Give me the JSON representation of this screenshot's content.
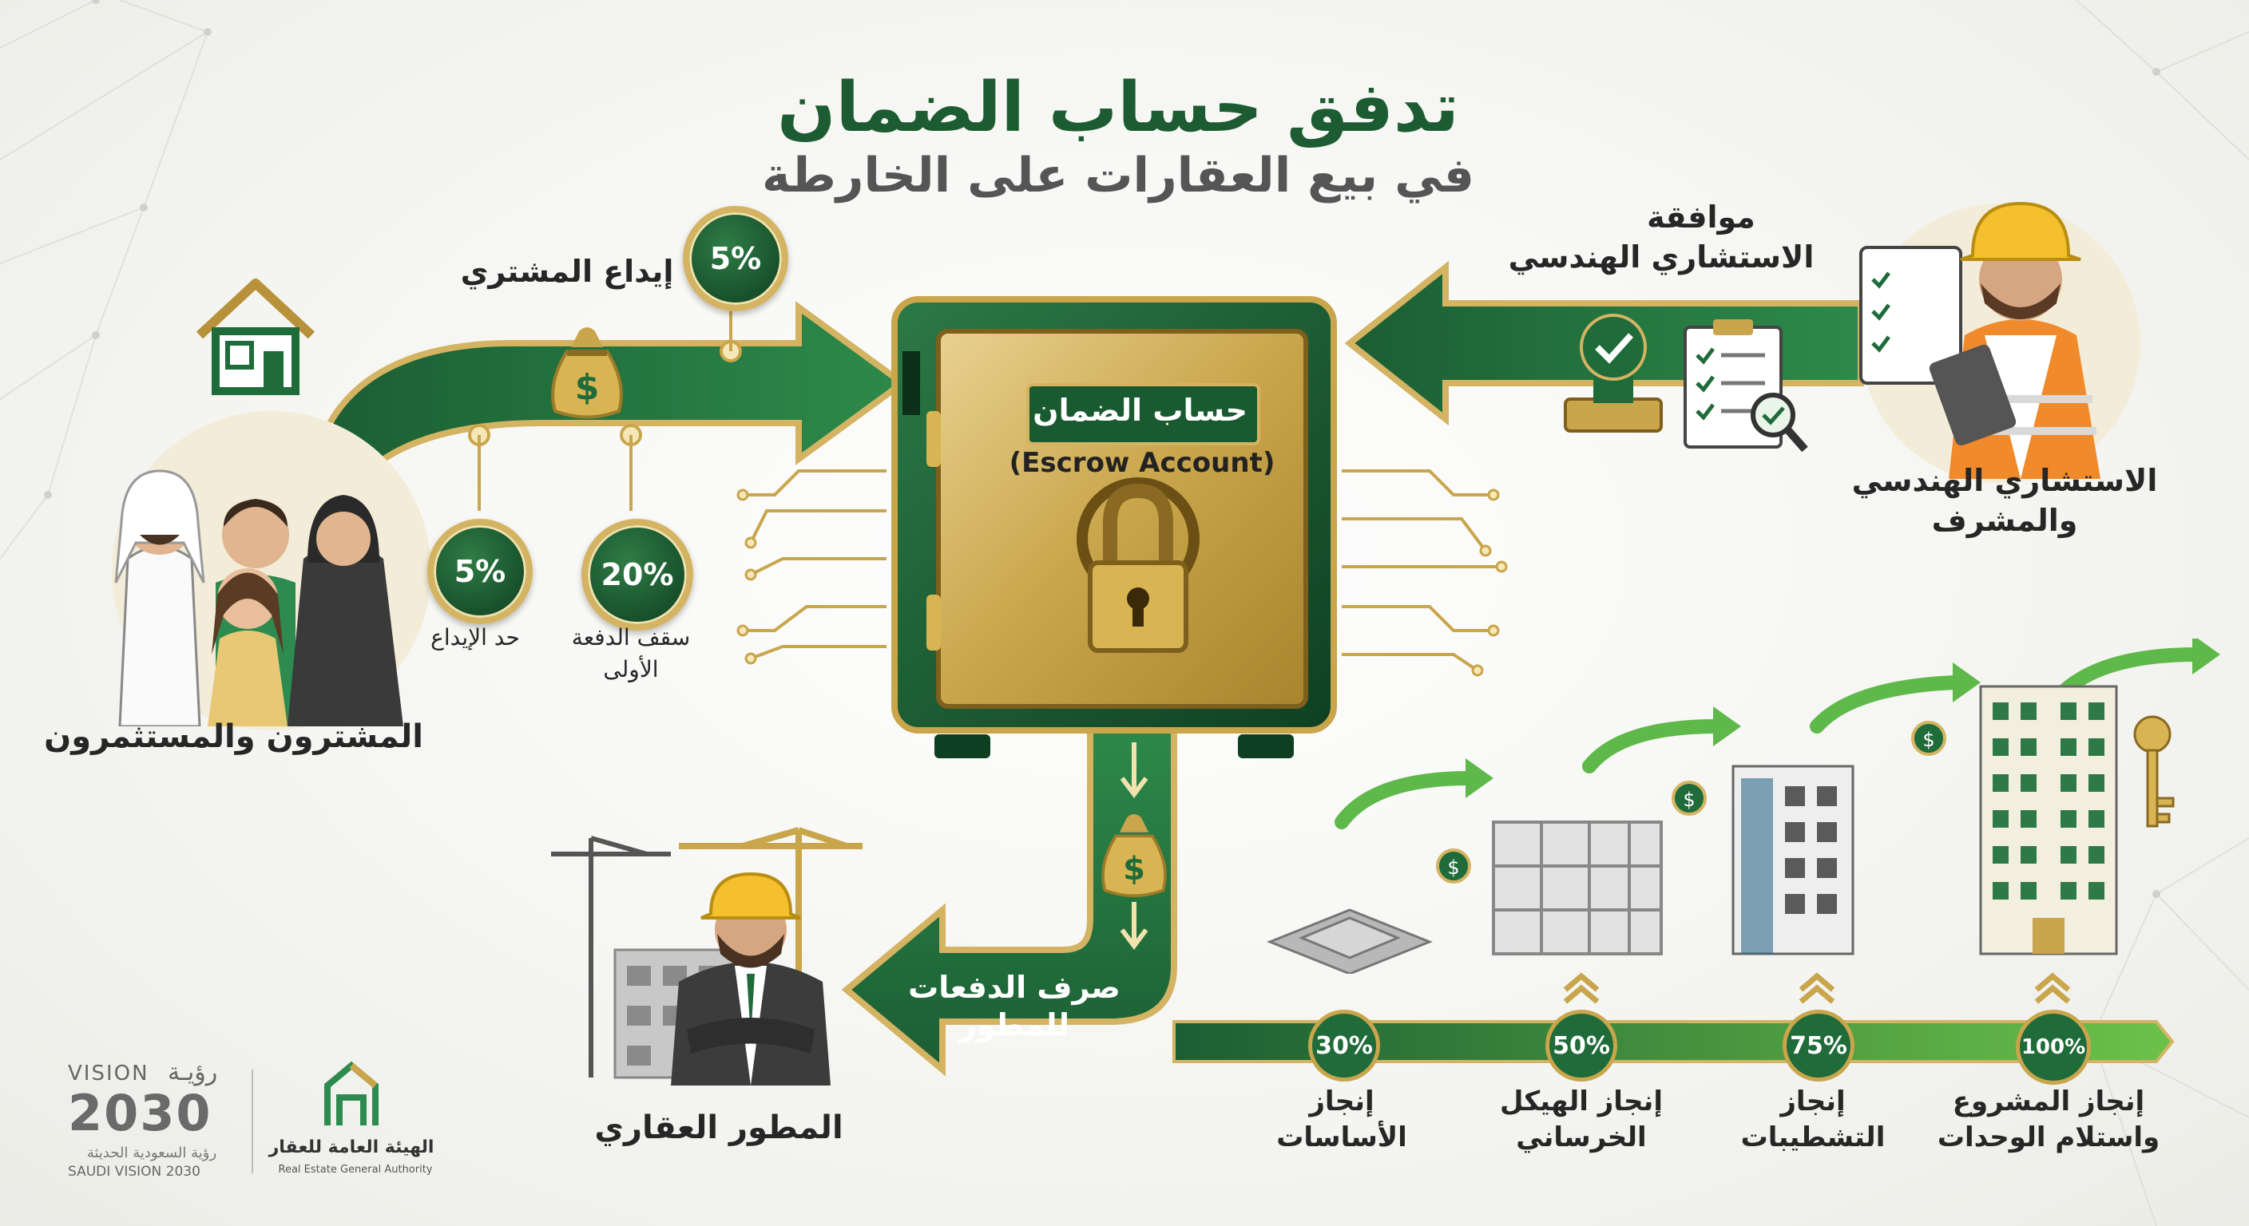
{
  "title": {
    "main": "تدفق حساب الضمان",
    "sub": "في بيع العقارات على الخارطة"
  },
  "escrow": {
    "label_ar": "حساب الضمان",
    "label_en": "(Escrow Account)"
  },
  "buyers": {
    "label": "المشترون والمستثمرون",
    "deposit_label": "إيداع المشتري",
    "deposit_badge": "5%",
    "min_badge": "5%",
    "min_label": "حد الإيداع",
    "cap_badge": "20%",
    "cap_label_line1": "سقف الدفعة",
    "cap_label_line2": "الأولى"
  },
  "consultant": {
    "approval_line1": "موافقة",
    "approval_line2": "الاستشاري الهندسي",
    "label_line1": "الاستشاري الهندسي",
    "label_line2": "والمشرف"
  },
  "developer": {
    "payout_line1": "صرف الدفعات",
    "payout_line2": "للمطور",
    "label": "المطور العقاري"
  },
  "milestones": [
    {
      "percent": "30%",
      "line1": "إنجاز",
      "line2": "الأساسات"
    },
    {
      "percent": "50%",
      "line1": "إنجاز الهيكل",
      "line2": "الخرساني"
    },
    {
      "percent": "75%",
      "line1": "إنجاز",
      "line2": "التشطيبات"
    },
    {
      "percent": "100%",
      "line1": "إنجاز المشروع",
      "line2": "واستلام الوحدات"
    }
  ],
  "logos": {
    "vision_en": "VISION",
    "vision_ar": "رؤيـة",
    "vision_year": "2030",
    "vision_sub_ar": "رؤية السعودية الحديثة",
    "vision_sub_en": "SAUDI VISION 2030",
    "rega_ar": "الهيئة العامة للعقار",
    "rega_en": "Real Estate General Authority"
  },
  "colors": {
    "green_dark": "#17502b",
    "green": "#1f6b3a",
    "gold": "#d4b463",
    "gold_light": "#f2e3ad"
  },
  "icons": [
    "house-icon",
    "money-bag-icon",
    "safe-icon",
    "padlock-icon",
    "approval-stamp-icon",
    "clipboard-icon",
    "magnifier-icon",
    "crane-icon",
    "building-icon",
    "key-icon",
    "dollar-coin-icon",
    "up-chevron-icon"
  ]
}
